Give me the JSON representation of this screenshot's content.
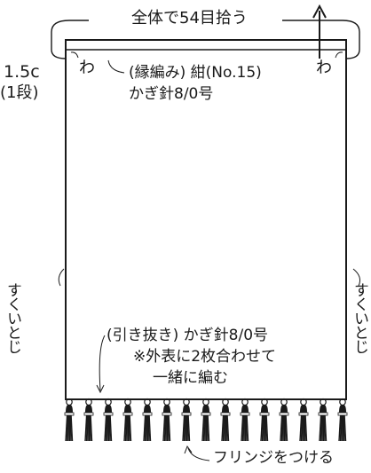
{
  "header": {
    "top_label": "全体で54目拾う"
  },
  "border": {
    "left_size": "1.5c",
    "left_rows": "(1段)",
    "loop_mark": "わ"
  },
  "body": {
    "edge_line1": "(縁編み) 紺(No.15)",
    "edge_line2": "かぎ針8/0号"
  },
  "sides": {
    "join": "すくいとじ"
  },
  "bottom": {
    "line1": "(引き抜き) かぎ針8/0号",
    "line2": "※外表に2枚合わせて",
    "line3": "一緒に編む"
  },
  "fringe": {
    "label": "フリンジをつける",
    "tassel_count": 15
  }
}
